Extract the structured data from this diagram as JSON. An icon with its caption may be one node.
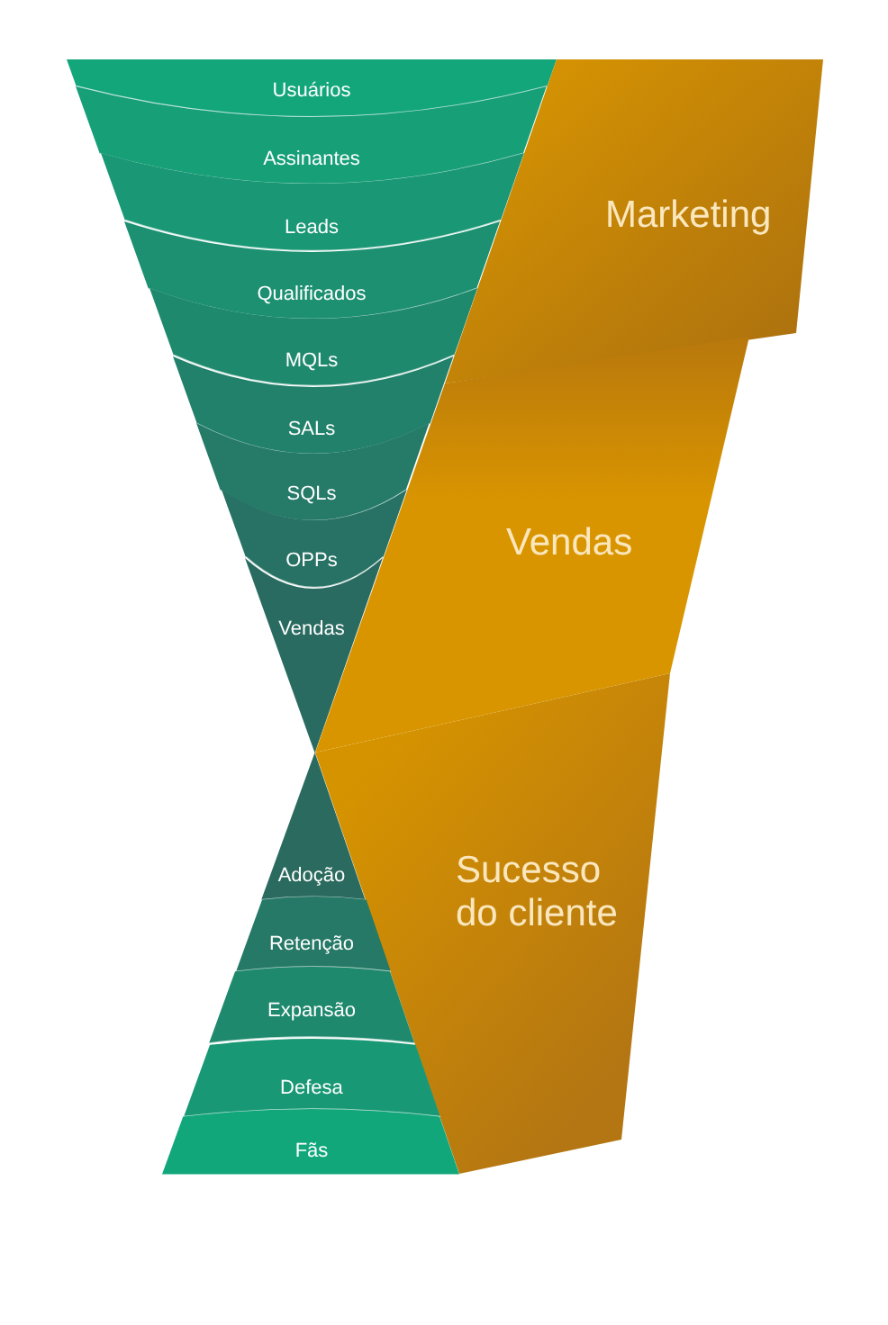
{
  "diagram": {
    "nodes": [
      {
        "text": [
          "Usuários"
        ]
      },
      {
        "text": [
          "Assinantes"
        ]
      },
      {
        "text": [
          "Leads"
        ]
      },
      {
        "text": [
          "Qualificados"
        ]
      },
      {
        "text": [
          "MQLs"
        ]
      },
      {
        "text": [
          "SALs"
        ]
      },
      {
        "text": [
          "SQLs"
        ]
      },
      {
        "text": [
          "OPPs"
        ]
      },
      {
        "text": [
          "Vendas"
        ]
      },
      {
        "text": [
          "Marketing"
        ]
      },
      {
        "text": [
          "Vendas"
        ]
      },
      {
        "text": [
          "Sucesso do cliente"
        ]
      },
      {
        "text": [
          "Adoção"
        ]
      },
      {
        "text": [
          "Retenção"
        ]
      },
      {
        "text": [
          "Expansão"
        ]
      },
      {
        "text": [
          "Defesa"
        ]
      },
      {
        "text": [
          "Fãs"
        ]
      }
    ]
  }
}
